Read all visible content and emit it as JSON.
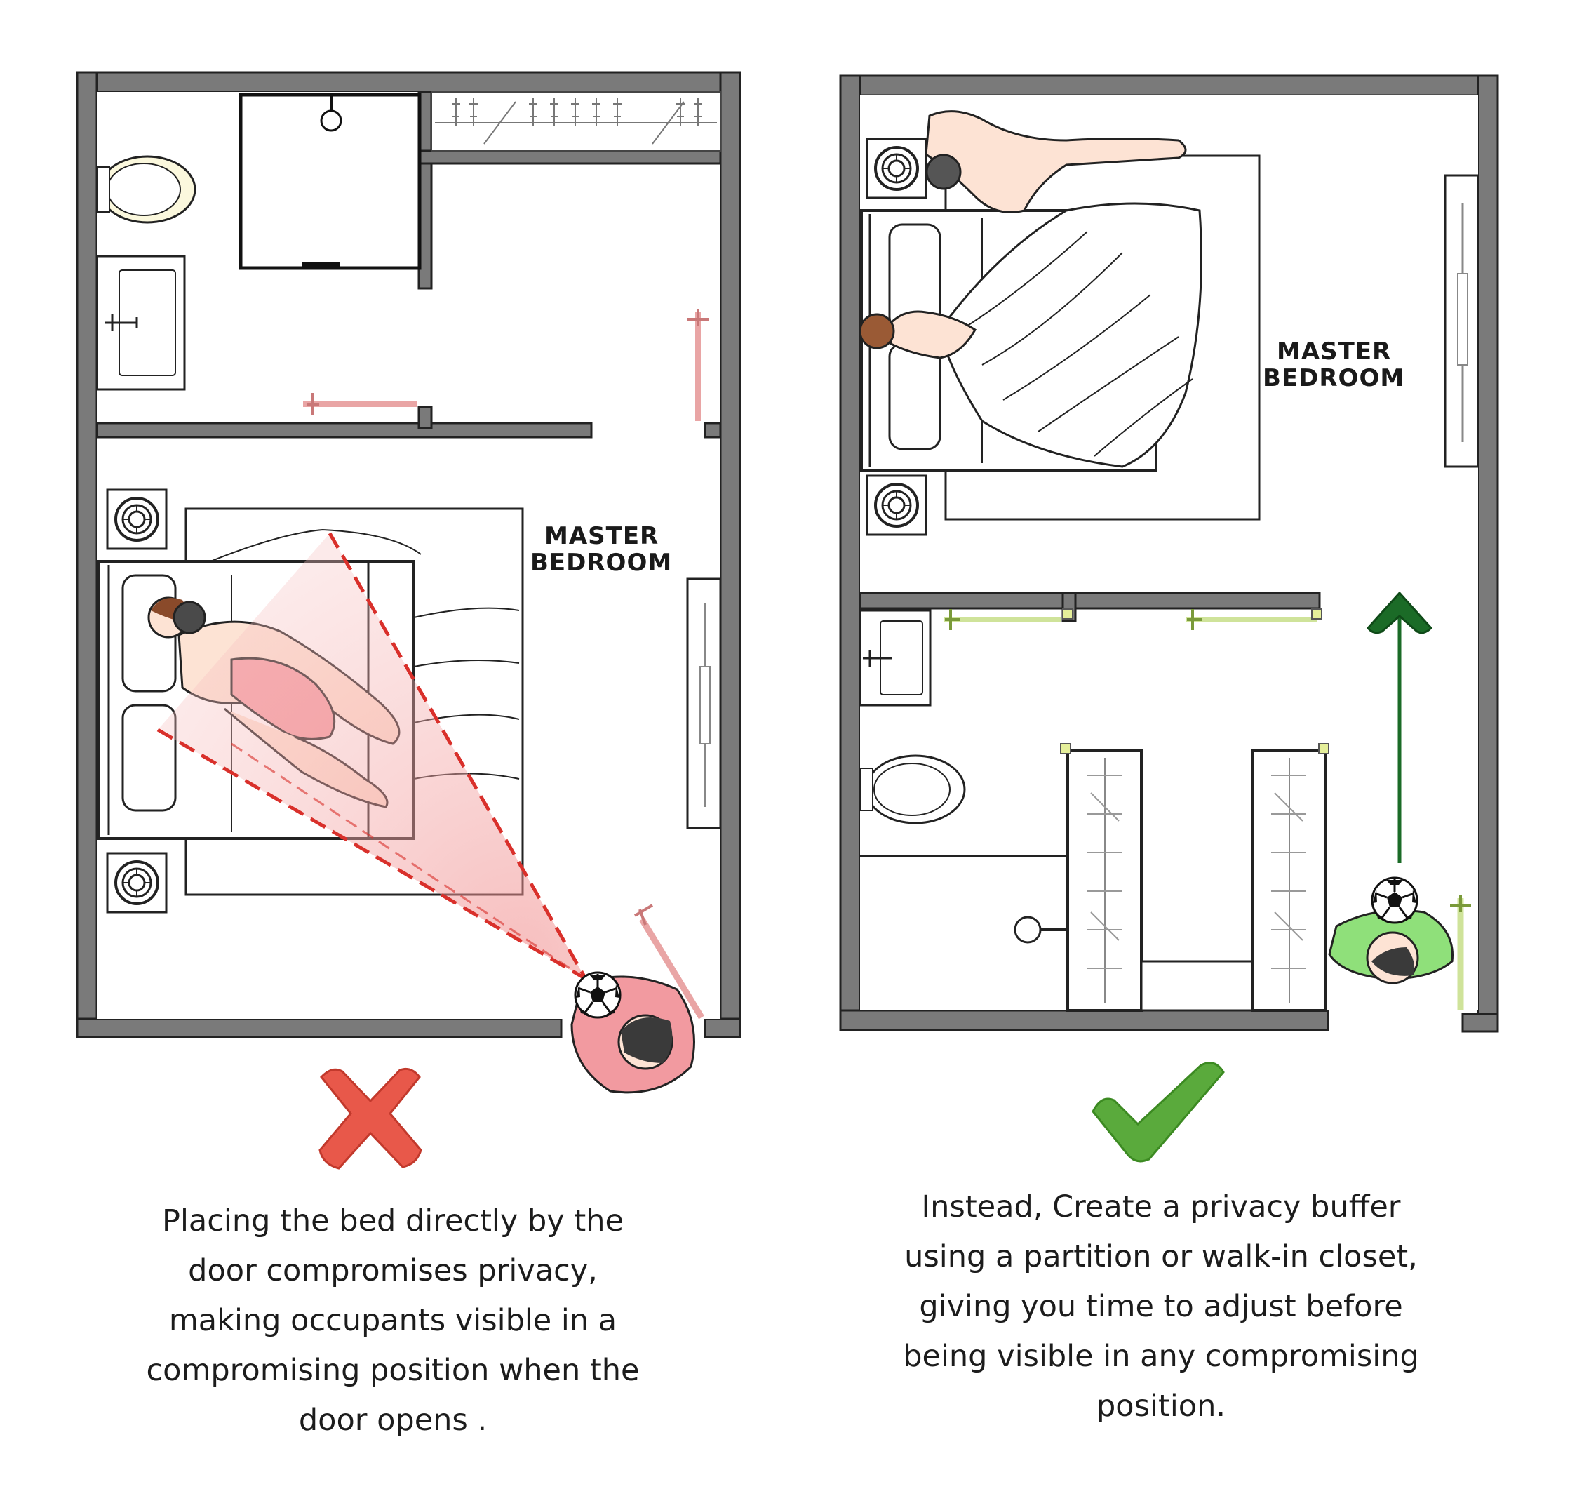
{
  "left_plan": {
    "room_label_line1": "MASTER",
    "room_label_line2": "BEDROOM",
    "verdict_icon": "cross-icon",
    "verdict_color": "#e8584a",
    "sightline_color": "#d9302b",
    "caption_lines": [
      "Placing the bed directly by the",
      "door compromises privacy,",
      "making occupants visible in a",
      "compromising position when the",
      "door opens ."
    ]
  },
  "right_plan": {
    "room_label_line1": "MASTER",
    "room_label_line2": "BEDROOM",
    "verdict_icon": "check-icon",
    "verdict_color": "#5aaa3c",
    "path_arrow_color": "#1b6b27",
    "caption_lines": [
      "Instead, Create a privacy buffer",
      "using a partition or walk-in closet,",
      "giving you time to adjust before",
      "being visible in any compromising",
      "position."
    ]
  },
  "colors": {
    "wall": "#7a7a7a",
    "wall_outline": "#222222",
    "door_left": "#e9a5a5",
    "door_right": "#cfe39a",
    "person_left_shirt": "#f29aa0",
    "person_right_shirt": "#8fe07a"
  }
}
